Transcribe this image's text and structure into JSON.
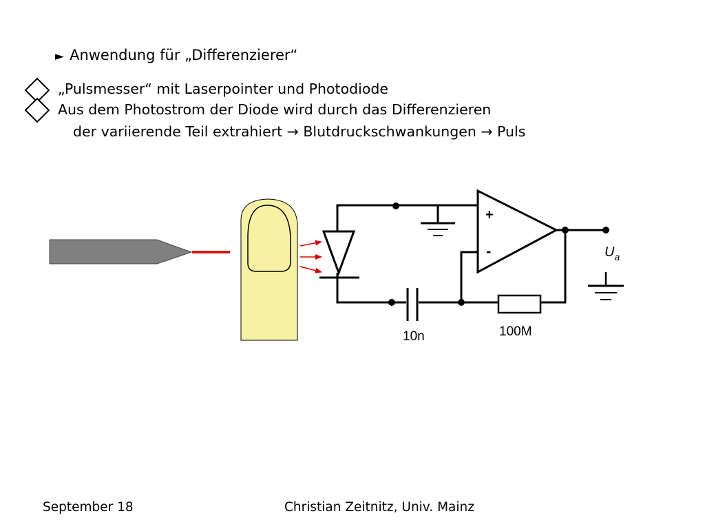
{
  "slide": {
    "title": "Anwendung für „Differenzierer“",
    "bullets": [
      {
        "text": "„Pulsmesser“ mit Laserpointer und Photodiode"
      },
      {
        "text": "Aus dem Photostrom der Diode wird durch das Differenzieren",
        "continuation": "der variierende Teil extrahiert → Blutdruckschwankungen → Puls"
      }
    ]
  },
  "diagram": {
    "capacitor_label": "10n",
    "resistor_label": "100M",
    "output_label_main": "U",
    "output_label_sub": "a",
    "opamp_plus": "+",
    "opamp_minus": "-",
    "colors": {
      "finger_fill": "#f7f1a4",
      "laser_body": "#808080",
      "laser_beam": "#e00000",
      "light_arrows": "#e00000"
    }
  },
  "footer": {
    "left": "September 18",
    "center": "Christian Zeitnitz, Univ. Mainz"
  }
}
